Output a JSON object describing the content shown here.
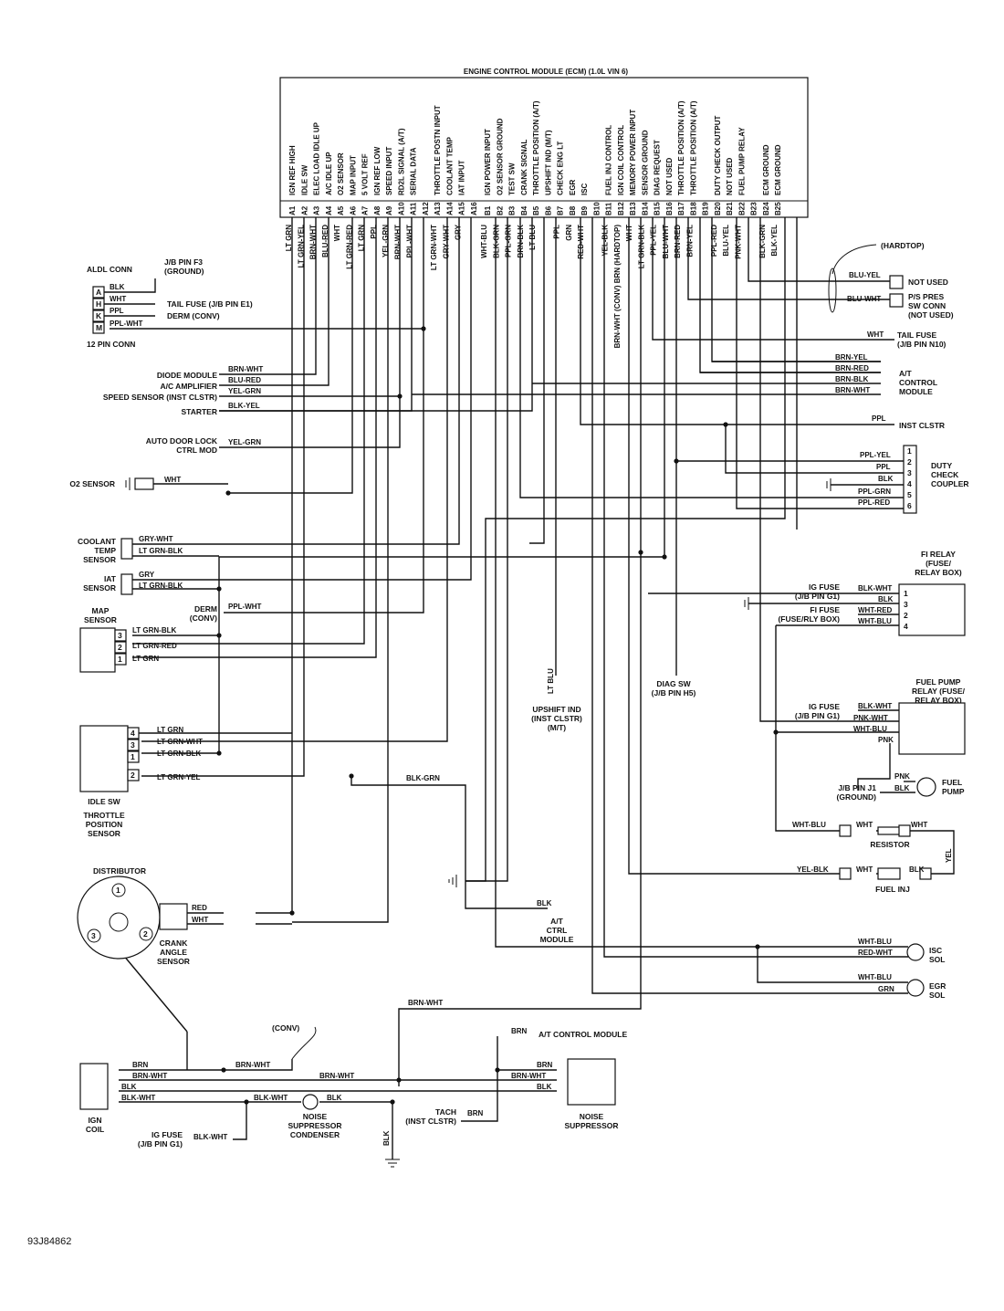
{
  "ecm": {
    "title": "ENGINE CONTROL MODULE (ECM) (1.0L VIN 6)",
    "pins": [
      {
        "pin": "A1",
        "label": "IGN REF HIGH",
        "wire": "LT GRN"
      },
      {
        "pin": "A2",
        "label": "IDLE SW",
        "wire": "LT GRN-YEL"
      },
      {
        "pin": "A3",
        "label": "ELEC LOAD IDLE UP",
        "wire": "BRN-WHT"
      },
      {
        "pin": "A4",
        "label": "A/C IDLE UP",
        "wire": "BLU-RED"
      },
      {
        "pin": "A5",
        "label": "O2 SENSOR",
        "wire": "WHT"
      },
      {
        "pin": "A6",
        "label": "MAP INPUT",
        "wire": "LT GRN-RED"
      },
      {
        "pin": "A7",
        "label": "5 VOLT REF",
        "wire": "LT GRN"
      },
      {
        "pin": "A8",
        "label": "IGN REF LOW",
        "wire": "PPL"
      },
      {
        "pin": "A9",
        "label": "SPEED INPUT",
        "wire": "YEL-GRN"
      },
      {
        "pin": "A10",
        "label": "RD2L SIGNAL (A/T)",
        "wire": "BRN-WHT"
      },
      {
        "pin": "A11",
        "label": "SERIAL DATA",
        "wire": "PPL-WHT"
      },
      {
        "pin": "A12",
        "label": "",
        "wire": ""
      },
      {
        "pin": "A13",
        "label": "THROTTLE POSTN INPUT",
        "wire": "LT GRN-WHT"
      },
      {
        "pin": "A14",
        "label": "COOLANT TEMP",
        "wire": "GRY-WHT"
      },
      {
        "pin": "A15",
        "label": "IAT INPUT",
        "wire": "GRY"
      },
      {
        "pin": "A16",
        "label": "",
        "wire": ""
      },
      {
        "pin": "B1",
        "label": "IGN POWER INPUT",
        "wire": "WHT-BLU"
      },
      {
        "pin": "B2",
        "label": "O2 SENSOR GROUND",
        "wire": "BLK-GRN"
      },
      {
        "pin": "B3",
        "label": "TEST SW",
        "wire": "PPL-GRN"
      },
      {
        "pin": "B4",
        "label": "CRANK SIGNAL",
        "wire": "BRN-BLK"
      },
      {
        "pin": "B5",
        "label": "THROTTLE POSITION (A/T)",
        "wire": "LT BLU"
      },
      {
        "pin": "B6",
        "label": "UPSHIFT IND (M/T)",
        "wire": ""
      },
      {
        "pin": "B7",
        "label": "CHECK ENG LT",
        "wire": "PPL"
      },
      {
        "pin": "B8",
        "label": "EGR",
        "wire": "GRN"
      },
      {
        "pin": "B9",
        "label": "ISC",
        "wire": "RED-WHT"
      },
      {
        "pin": "B10",
        "label": "",
        "wire": ""
      },
      {
        "pin": "B11",
        "label": "FUEL INJ CONTROL",
        "wire": "YEL-BLK"
      },
      {
        "pin": "B12",
        "label": "IGN COIL CONTROL",
        "wire": "BRN-WHT (CONV) BRN (HARDTOP)"
      },
      {
        "pin": "B13",
        "label": "MEMORY POWER INPUT",
        "wire": "WHT"
      },
      {
        "pin": "B14",
        "label": "SENSOR GROUND",
        "wire": "LT GRN-BLK"
      },
      {
        "pin": "B15",
        "label": "DIAG REQUEST",
        "wire": "PPL-YEL"
      },
      {
        "pin": "B16",
        "label": "NOT USED",
        "wire": "BLU-WHT"
      },
      {
        "pin": "B17",
        "label": "THROTTLE POSITION (A/T)",
        "wire": "BRN-RED"
      },
      {
        "pin": "B18",
        "label": "THROTTLE POSITION (A/T)",
        "wire": "BRN-YEL"
      },
      {
        "pin": "B19",
        "label": "",
        "wire": ""
      },
      {
        "pin": "B20",
        "label": "DUTY CHECK OUTPUT",
        "wire": "PPL-RED"
      },
      {
        "pin": "B21",
        "label": "NOT USED",
        "wire": "BLU-YEL"
      },
      {
        "pin": "B22",
        "label": "FUEL PUMP RELAY",
        "wire": "PNK-WHT"
      },
      {
        "pin": "B23",
        "label": "",
        "wire": ""
      },
      {
        "pin": "B24",
        "label": "ECM GROUND",
        "wire": "BLK-GRN"
      },
      {
        "pin": "B25",
        "label": "ECM GROUND",
        "wire": "BLK-YEL"
      }
    ]
  },
  "aldl": {
    "title": "ALDL CONN",
    "subtitle": "12 PIN CONN",
    "pins": [
      "A",
      "H",
      "K",
      "M"
    ],
    "wires": [
      "BLK",
      "WHT",
      "PPL",
      "PPL-WHT"
    ],
    "targets": [
      "J/B PIN F3",
      "(GROUND)",
      "TAIL FUSE (J/B PIN E1)",
      "DERM (CONV)"
    ]
  },
  "left_components": {
    "diode_module": "DIODE MODULE",
    "diode_wire": "BRN-WHT",
    "ac_amp": "A/C AMPLIFIER",
    "ac_wire": "BLU-RED",
    "speed_sensor": "SPEED SENSOR (INST CLSTR)",
    "speed_wire": "YEL-GRN",
    "starter": "STARTER",
    "starter_wire": "BLK-YEL",
    "door_lock_1": "AUTO DOOR LOCK",
    "door_lock_2": "CTRL MOD",
    "door_lock_wire": "YEL-GRN",
    "o2_sensor": "O2 SENSOR",
    "o2_wire": "WHT",
    "coolant_1": "COOLANT",
    "coolant_2": "TEMP",
    "coolant_3": "SENSOR",
    "coolant_wire_1": "GRY-WHT",
    "coolant_wire_2": "LT GRN-BLK",
    "iat_1": "IAT",
    "iat_2": "SENSOR",
    "iat_wire_1": "GRY",
    "iat_wire_2": "LT GRN-BLK",
    "derm": "DERM",
    "derm_conv": "(CONV)",
    "derm_wire": "PPL-WHT",
    "map_1": "MAP",
    "map_2": "SENSOR",
    "map_wires": [
      "LT GRN-BLK",
      "LT GRN-RED",
      "LT GRN"
    ],
    "map_pins": [
      "3",
      "2",
      "1"
    ],
    "tps_wires": [
      "LT GRN",
      "LT GRN-WHT",
      "LT GRN-BLK",
      "LT GRN-YEL"
    ],
    "tps_pins": [
      "4",
      "3",
      "1",
      "2"
    ],
    "idle_sw": "IDLE SW",
    "tps_1": "THROTTLE",
    "tps_2": "POSITION",
    "tps_3": "SENSOR",
    "blk_grn": "BLK-GRN"
  },
  "distributor": {
    "title": "DISTRIBUTOR",
    "terminals": [
      "1",
      "2",
      "3"
    ],
    "wires": [
      "RED",
      "WHT"
    ],
    "crank_1": "CRANK",
    "crank_2": "ANGLE",
    "crank_3": "SENSOR"
  },
  "bottom": {
    "ign_coil_1": "IGN",
    "ign_coil_2": "COIL",
    "coil_wires": [
      "BRN",
      "BRN-WHT",
      "BLK",
      "BLK-WHT"
    ],
    "brn_wht": "BRN-WHT",
    "conv": "(CONV)",
    "blk_wht": "BLK-WHT",
    "blk": "BLK",
    "condenser_1": "NOISE",
    "condenser_2": "SUPPRESSOR",
    "condenser_3": "CONDENSER",
    "ig_fuse_1": "IG FUSE",
    "ig_fuse_2": "(J/B PIN G1)",
    "ig_fuse_wire": "BLK-WHT",
    "brn": "BRN",
    "at_control": "A/T CONTROL MODULE",
    "tach_1": "TACH",
    "tach_2": "(INST CLSTR)",
    "tach_wire": "BRN",
    "suppressor_wires": [
      "BRN",
      "BRN-WHT",
      "BLK"
    ],
    "suppressor_1": "NOISE",
    "suppressor_2": "SUPPRESSOR",
    "brn_wht_top": "BRN-WHT",
    "at_ctrl_mod_1": "A/T",
    "at_ctrl_mod_2": "CTRL",
    "at_ctrl_mod_3": "MODULE",
    "at_blk": "BLK",
    "upshift_1": "UPSHIFT IND",
    "upshift_2": "(INST CLSTR)",
    "upshift_3": "(M/T)",
    "lt_blu": "LT BLU",
    "diag_sw_1": "DIAG SW",
    "diag_sw_2": "(J/B PIN H5)"
  },
  "right_components": {
    "hardtop": "(HARDTOP)",
    "not_used": "NOT USED",
    "blu_yel": "BLU-YEL",
    "blu_wht": "BLU-WHT",
    "ps_1": "P/S PRES",
    "ps_2": "SW CONN",
    "ps_3": "(NOT USED)",
    "tail_wire": "WHT",
    "tail_1": "TAIL FUSE",
    "tail_2": "(J/B PIN N10)",
    "at_wires": [
      "BRN-YEL",
      "BRN-RED",
      "BRN-BLK",
      "BRN-WHT"
    ],
    "at_1": "A/T",
    "at_2": "CONTROL",
    "at_3": "MODULE",
    "inst_wire": "PPL",
    "inst": "INST CLSTR",
    "duty_wires": [
      "PPL-YEL",
      "PPL",
      "BLK",
      "PPL-GRN",
      "PPL-RED"
    ],
    "duty_pins": [
      "1",
      "2",
      "3",
      "4",
      "5",
      "6"
    ],
    "duty_1": "DUTY",
    "duty_2": "CHECK",
    "duty_3": "COUPLER",
    "fi_relay_1": "FI RELAY",
    "fi_relay_2": "(FUSE/",
    "fi_relay_3": "RELAY BOX)",
    "fi_ig_fuse_1": "IG FUSE",
    "fi_ig_fuse_2": "(J/B PIN G1)",
    "fi_fuse_1": "FI FUSE",
    "fi_fuse_2": "(FUSE/RLY BOX)",
    "fi_wires": [
      "BLK-WHT",
      "BLK",
      "WHT-RED",
      "WHT-BLU"
    ],
    "fi_pins": [
      "1",
      "3",
      "2",
      "4"
    ],
    "fp_relay_1": "FUEL PUMP",
    "fp_relay_2": "RELAY (FUSE/",
    "fp_relay_3": "RELAY BOX)",
    "fp_ig_fuse_1": "IG FUSE",
    "fp_ig_fuse_2": "(J/B PIN G1)",
    "fp_wires": [
      "BLK-WHT",
      "PNK-WHT",
      "WHT-BLU",
      "PNK"
    ],
    "jb_1": "J/B PIN J1",
    "jb_2": "(GROUND)",
    "pump_wires": [
      "PNK",
      "BLK"
    ],
    "fuel_pump_1": "FUEL",
    "fuel_pump_2": "PUMP",
    "resistor_wires": [
      "WHT-BLU",
      "WHT",
      "WHT"
    ],
    "resistor": "RESISTOR",
    "yel": "YEL",
    "inj_wires": [
      "YEL-BLK",
      "WHT",
      "BLK"
    ],
    "fuel_inj": "FUEL INJ",
    "isc_wires": [
      "WHT-BLU",
      "RED-WHT"
    ],
    "isc_1": "ISC",
    "isc_2": "SOL",
    "egr_wires": [
      "WHT-BLU",
      "GRN"
    ],
    "egr_1": "EGR",
    "egr_2": "SOL"
  },
  "figure_id": "93J84862"
}
